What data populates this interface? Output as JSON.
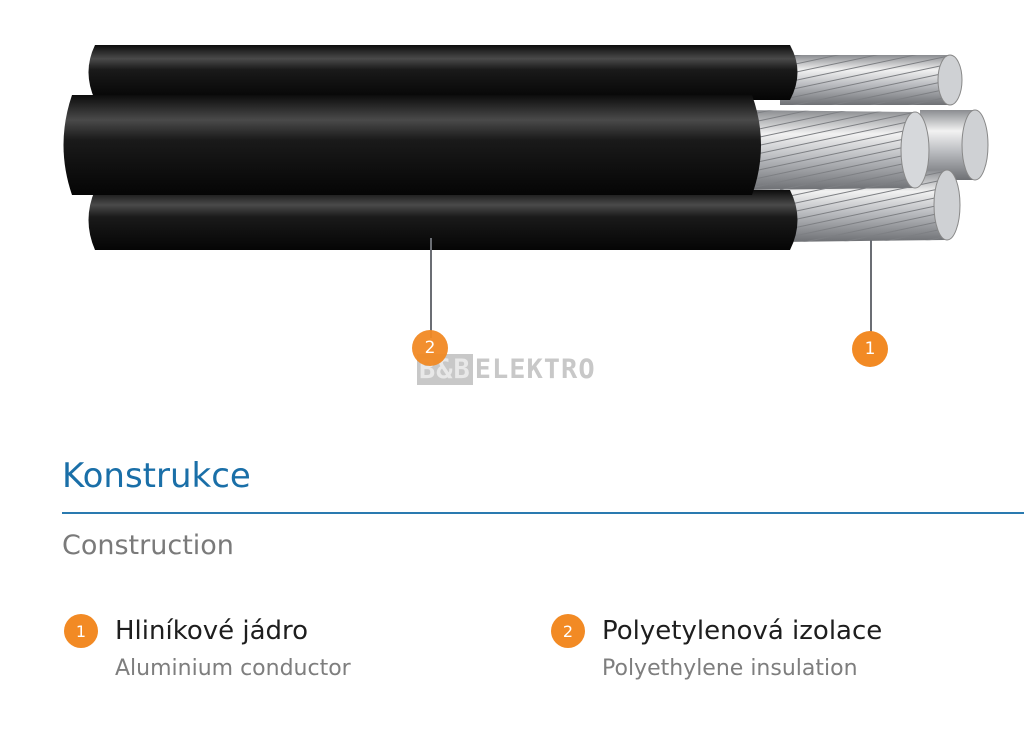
{
  "illustration": {
    "callouts": [
      {
        "number": "1"
      },
      {
        "number": "2"
      }
    ],
    "watermark": {
      "prefix": "B&B",
      "text": "ELEKTRO"
    }
  },
  "section": {
    "title": "Konstrukce",
    "subtitle": "Construction"
  },
  "items": [
    {
      "number": "1",
      "label_cz": "Hliníkové jádro",
      "label_en": "Aluminium conductor"
    },
    {
      "number": "2",
      "label_cz": "Polyetylenová izolace",
      "label_en": "Polyethylene insulation"
    }
  ],
  "colors": {
    "accent": "#f28a24",
    "heading": "#1a6fa8"
  }
}
